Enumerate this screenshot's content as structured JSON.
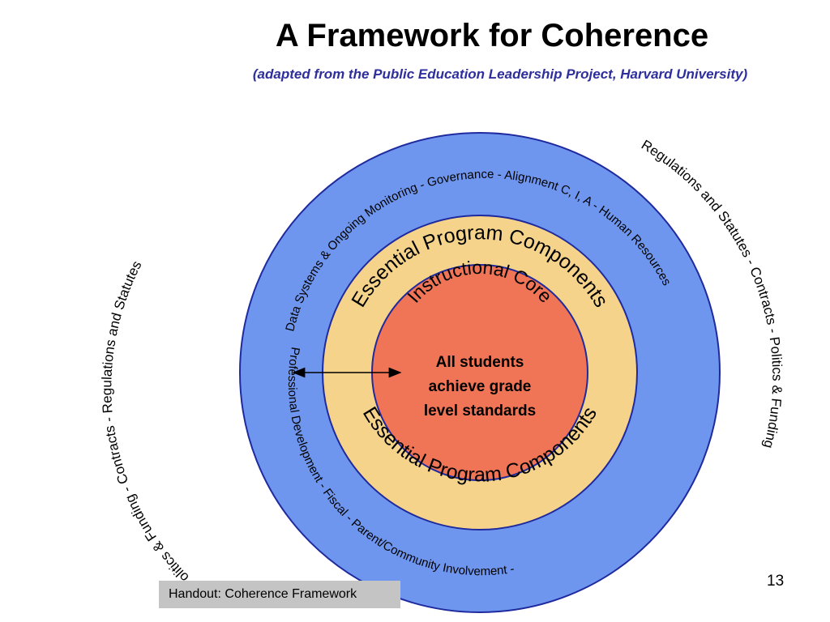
{
  "header": {
    "title": "A Framework for Coherence",
    "subtitle": "(adapted from the Public Education Leadership Project, Harvard University)"
  },
  "diagram": {
    "colors": {
      "outer_ring": "#6f96ee",
      "middle_ring": "#f5d38a",
      "core": "#f07456",
      "ring_stroke": "#1e2a9e"
    },
    "outer_labels": {
      "top_left": "Politics & Funding   -   Contracts   -   Regulations and Statutes",
      "top_right": "Regulations and Statutes   -   Contracts   -   Politics & Funding"
    },
    "blue_ring_labels": {
      "top": "Data Systems & Ongoing Monitoring  -  Governance  -  Alignment C, I, A  -  Human Resources",
      "bottom": "Professional Development  -  Fiscal  -  Parent/Community Involvement  -"
    },
    "middle_labels": {
      "top": "Essential Program Components",
      "bottom": "Essential Program Components"
    },
    "core_label": "Instructional Core",
    "center_text": {
      "line1": "All students",
      "line2": "achieve grade",
      "line3": "level standards"
    }
  },
  "footer": {
    "handout": "Handout: Coherence Framework",
    "page_number": "13"
  }
}
